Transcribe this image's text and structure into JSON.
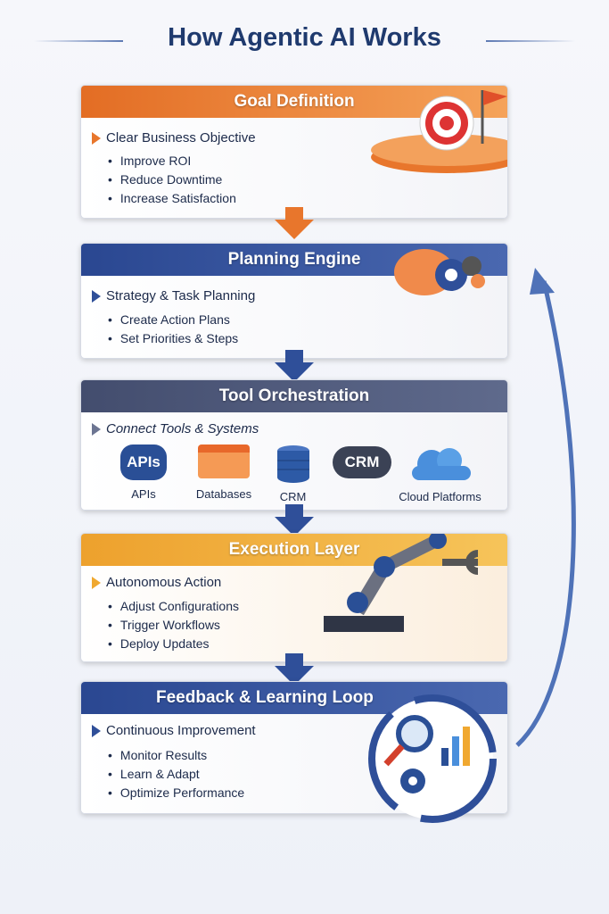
{
  "title": "How Agentic AI Works",
  "stages": [
    {
      "title": "Goal Definition",
      "subtitle": "Clear Business Objective",
      "items": [
        "Improve ROI",
        "Reduce Downtime",
        "Increase Satisfaction"
      ],
      "color": "#e8762c"
    },
    {
      "title": "Planning Engine",
      "subtitle": "Strategy & Task Planning",
      "items": [
        "Create Action Plans",
        "Set Priorities & Steps"
      ],
      "color": "#2f4f99"
    },
    {
      "title": "Tool Orchestration",
      "subtitle": "Connect Tools & Systems",
      "tools": [
        {
          "label": "APIs",
          "icon_text": "APIs"
        },
        {
          "label": "Databases"
        },
        {
          "label": "CRM"
        },
        {
          "label": "",
          "icon_text": "CRM"
        },
        {
          "label": "Cloud Platforms"
        }
      ],
      "color": "#4a5577"
    },
    {
      "title": "Execution Layer",
      "subtitle": "Autonomous Action",
      "items": [
        "Adjust Configurations",
        "Trigger Workflows",
        "Deploy Updates"
      ],
      "color": "#f0a830"
    },
    {
      "title": "Feedback & Learning Loop",
      "subtitle": "Continuous Improvement",
      "items": [
        "Monitor Results",
        "Learn & Adapt",
        "Optimize Performance"
      ],
      "color": "#2f4f99"
    }
  ]
}
